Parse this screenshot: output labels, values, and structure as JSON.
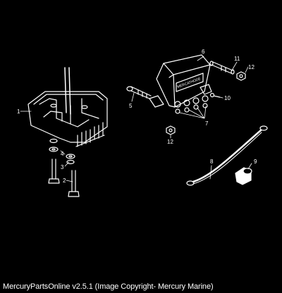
{
  "diagram": {
    "brand_label": "MERCATHODE",
    "callouts": {
      "c1": "1",
      "c2": "2",
      "c3": "3",
      "c4": "4",
      "c5": "5",
      "c6": "6",
      "c7": "7",
      "c8": "8",
      "c9": "9",
      "c10": "10",
      "c11": "11",
      "c12a": "12",
      "c12b": "12"
    }
  },
  "footer": {
    "text": "MercuryPartsOnline v2.5.1 (Image Copyright- Mercury Marine)"
  }
}
